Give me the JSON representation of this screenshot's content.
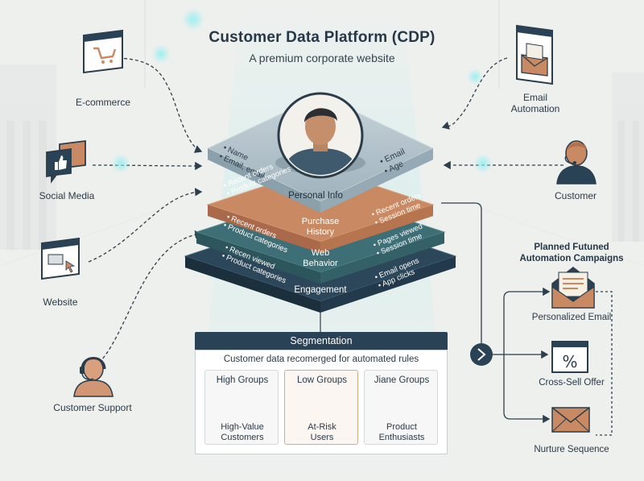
{
  "header": {
    "title": "Customer Data Platform (CDP)",
    "subtitle": "A premium corporate website"
  },
  "sources_left": [
    {
      "label": "E-commerce",
      "icon": "shopping-cart-icon"
    },
    {
      "label": "Social Media",
      "icon": "thumbs-up-icon"
    },
    {
      "label": "Website",
      "icon": "browser-cursor-icon"
    },
    {
      "label": "Customer Support",
      "icon": "headset-agent-icon"
    }
  ],
  "sources_right": [
    {
      "label": "Email\nAutomation",
      "icon": "email-window-icon"
    },
    {
      "label": "Customer",
      "icon": "customer-person-icon"
    }
  ],
  "layers": {
    "personal_info": {
      "title": "Personal Info",
      "left_items": [
        "• Name",
        "• Email, email"
      ],
      "right_items": [
        "• Email",
        "• Age"
      ]
    },
    "purchase_history": {
      "title": "Purchase\nHistory",
      "left_items": [
        "• Recent orders",
        "• Product categories"
      ],
      "right_items": [
        "• Recent orders",
        "• Session time"
      ]
    },
    "web_behavior": {
      "title": "Web\nBehavior",
      "left_items": [
        "• Recent orders",
        "• Product categories"
      ],
      "right_items": [
        "• Pages viewed",
        "• Session time"
      ]
    },
    "engagement": {
      "title": "Engagement",
      "left_items": [
        "• Recen viewed",
        "• Product categories"
      ],
      "right_items": [
        "• Email opens",
        "• App clicks"
      ]
    }
  },
  "segmentation": {
    "header": "Segmentation",
    "description": "Customer data recomerged for automated rules",
    "groups": [
      {
        "name": "High Groups",
        "desc": "High-Value\nCustomers"
      },
      {
        "name": "Low Groups",
        "desc": "At-Risk\nUsers"
      },
      {
        "name": "Jiane Groups",
        "desc": "Product\nEnthusiasts"
      }
    ]
  },
  "automation": {
    "heading": "Planned Futuned\nAutomation Campaigns",
    "items": [
      {
        "label": "Personalized Email",
        "icon": "open-envelope-icon"
      },
      {
        "label": "Cross-Sell Offer",
        "icon": "percent-window-icon"
      },
      {
        "label": "Nurture Sequence",
        "icon": "envelope-icon"
      }
    ],
    "hub_icon": "chevron-right-icon"
  },
  "colors": {
    "navy": "#294255",
    "copper": "#c98a63",
    "teal": "#3d6b72",
    "slate": "#a9b9c2",
    "glow": "#7fe0e4"
  }
}
